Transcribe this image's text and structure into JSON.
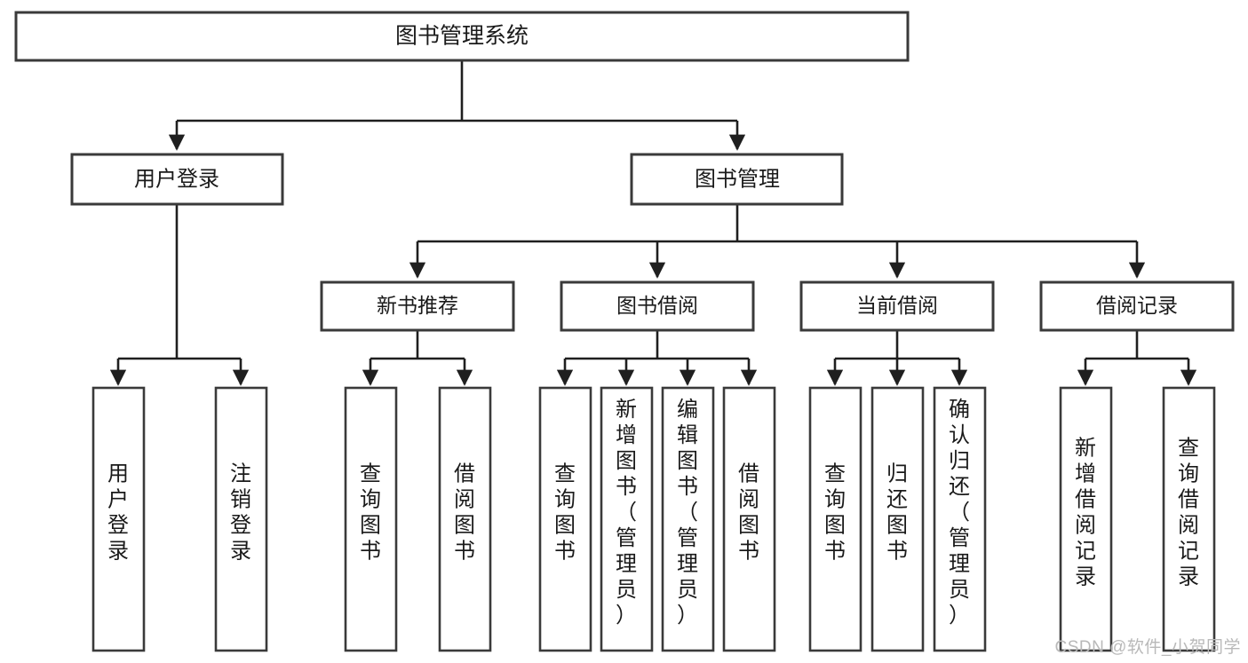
{
  "diagram": {
    "title": "图书管理系统",
    "type": "tree-hierarchy-diagram",
    "colors": {
      "box_stroke": "#3a3a3a",
      "connector": "#1f1f1f",
      "box_fill": "#ffffff",
      "text": "#1a1a1a",
      "watermark": "#b9b9b9"
    },
    "root": {
      "label": "图书管理系统"
    },
    "level2": [
      {
        "label": "用户登录"
      },
      {
        "label": "图书管理"
      }
    ],
    "level3": [
      {
        "label": "新书推荐"
      },
      {
        "label": "图书借阅"
      },
      {
        "label": "当前借阅"
      },
      {
        "label": "借阅记录"
      }
    ],
    "leaves": {
      "user_login": [
        {
          "label": "用户登录"
        },
        {
          "label": "注销登录"
        }
      ],
      "new_book_recommend": [
        {
          "label": "查询图书"
        },
        {
          "label": "借阅图书"
        }
      ],
      "book_borrow": [
        {
          "label": "查询图书"
        },
        {
          "label": "新增图书（管理员）"
        },
        {
          "label": "编辑图书（管理员）"
        },
        {
          "label": "借阅图书"
        }
      ],
      "current_borrow": [
        {
          "label": "查询图书"
        },
        {
          "label": "归还图书"
        },
        {
          "label": "确认归还（管理员）"
        }
      ],
      "borrow_record": [
        {
          "label": "新增借阅记录"
        },
        {
          "label": "查询借阅记录"
        }
      ]
    }
  },
  "watermark": {
    "text": "CSDN @软件_小贺同学"
  }
}
